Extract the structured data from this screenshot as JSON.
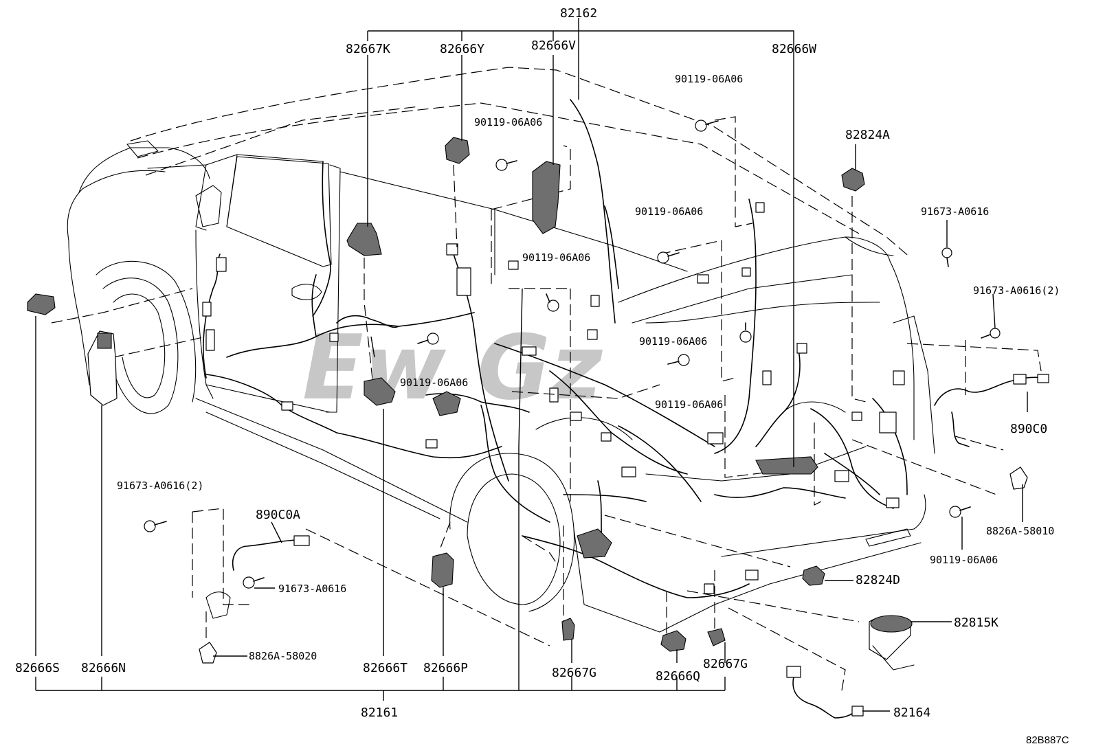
{
  "diagram": {
    "code": "82B887C",
    "watermark": "Ew Gz",
    "callouts": {
      "c82162": "82162",
      "c82667K": "82667K",
      "c82666Y": "82666Y",
      "c82666V": "82666V",
      "c82666W": "82666W",
      "c90119_a": "90119-06A06",
      "c90119_b": "90119-06A06",
      "c82824A": "82824A",
      "c90119_c": "90119-06A06",
      "c91673_a": "91673-A0616",
      "c90119_d": "90119-06A06",
      "c91673_b": "91673-A0616(2)",
      "c90119_e": "90119-06A06",
      "c90119_f": "90119-06A06",
      "c90119_g": "90119-06A06",
      "c890C0": "890C0",
      "c8826A_58010": "8826A-58010",
      "c90119_h": "90119-06A06",
      "c82824D": "82824D",
      "c82815K": "82815K",
      "c91673_c": "91673-A0616(2)",
      "c890C0A": "890C0A",
      "c91673_d": "91673-A0616",
      "c8826A_58020": "8826A-58020",
      "c82666S": "82666S",
      "c82666N": "82666N",
      "c82666T": "82666T",
      "c82666P": "82666P",
      "c82667G_a": "82667G",
      "c82666Q": "82666Q",
      "c82667G_b": "82667G",
      "c82161": "82161",
      "c82164": "82164"
    }
  }
}
